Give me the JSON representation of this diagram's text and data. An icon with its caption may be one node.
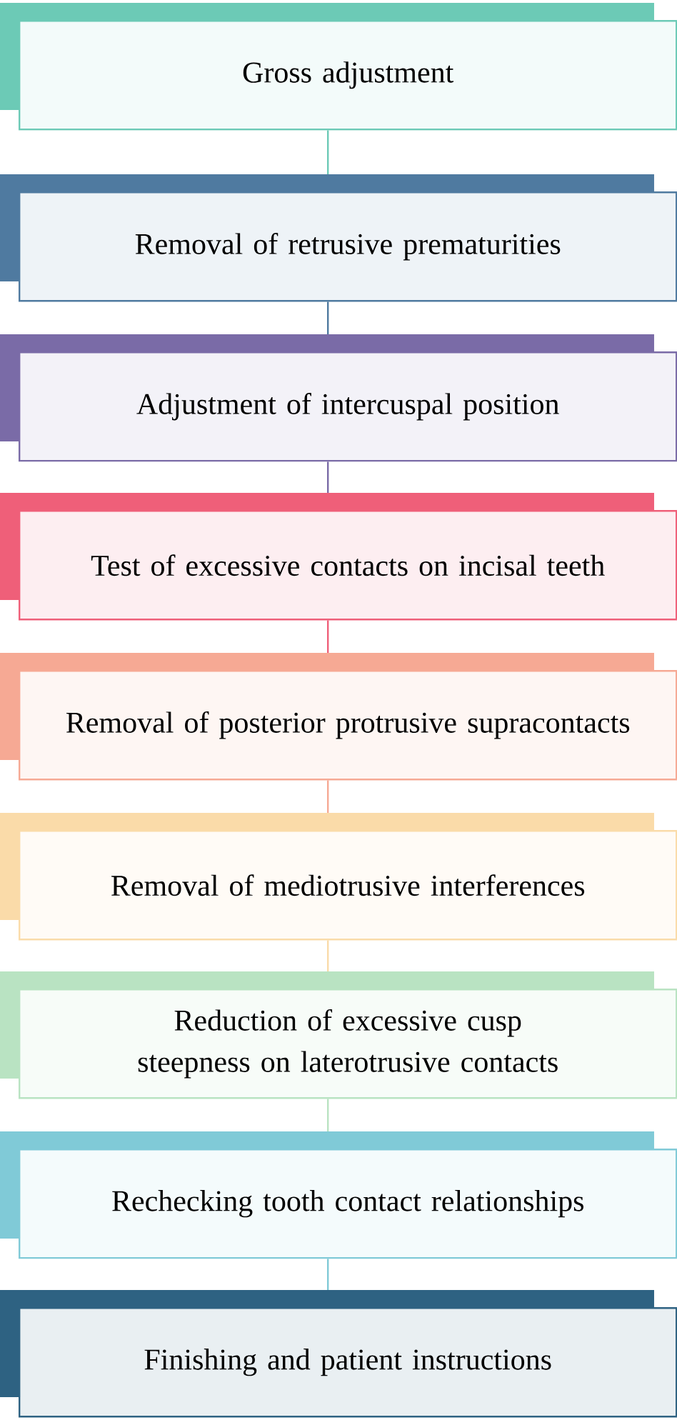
{
  "diagram": {
    "nodes": [
      {
        "text": [
          "Gross adjustment"
        ]
      },
      {
        "text": [
          "Removal of retrusive prematurities"
        ]
      },
      {
        "text": [
          "Adjustment of intercuspal position"
        ]
      },
      {
        "text": [
          "Test of excessive contacts on incisal teeth"
        ]
      },
      {
        "text": [
          "Removal of posterior protrusive supracontacts"
        ]
      },
      {
        "text": [
          "Removal of mediotrusive interferences"
        ]
      },
      {
        "text": [
          "Reduction of excessive cusp steepness on laterotrusive contacts"
        ]
      },
      {
        "text": [
          "Rechecking tooth contact relationships"
        ]
      },
      {
        "text": [
          "Finishing and patient instructions"
        ]
      }
    ],
    "edges": [
      {
        "from": 0,
        "to": 1,
        "arrow": "none",
        "color": "#6ccab6"
      },
      {
        "from": 1,
        "to": 2,
        "arrow": "none",
        "color": "#4f7aa0"
      },
      {
        "from": 2,
        "to": 3,
        "arrow": "none",
        "color": "#7a6ba7"
      },
      {
        "from": 3,
        "to": 4,
        "arrow": "none",
        "color": "#ef5f79"
      },
      {
        "from": 4,
        "to": 5,
        "arrow": "none",
        "color": "#f6a994"
      },
      {
        "from": 5,
        "to": 6,
        "arrow": "none",
        "color": "#fadba9"
      },
      {
        "from": 6,
        "to": 7,
        "arrow": "none",
        "color": "#b9e3c2"
      },
      {
        "from": 7,
        "to": 8,
        "arrow": "none",
        "color": "#80cad7"
      }
    ]
  }
}
